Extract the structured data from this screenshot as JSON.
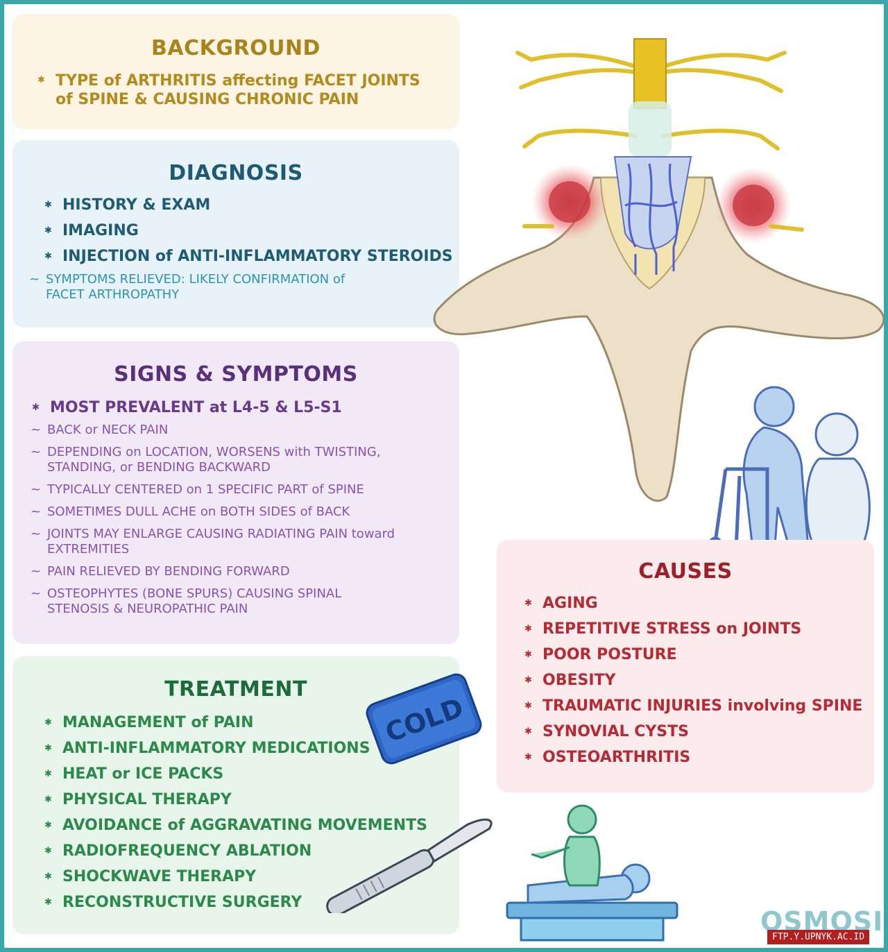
{
  "background": {
    "title": "BACKGROUND",
    "items": [
      "TYPE of ARTHRITIS affecting FACET JOINTS of SPINE & CAUSING CHRONIC PAIN"
    ]
  },
  "diagnosis": {
    "title": "DIAGNOSIS",
    "items": [
      "HISTORY & EXAM",
      "IMAGING",
      "INJECTION of ANTI-INFLAMMATORY STEROIDS"
    ],
    "subitems": [
      "SYMPTOMS RELIEVED: LIKELY CONFIRMATION of FACET ARTHROPATHY"
    ]
  },
  "signs": {
    "title": "SIGNS & SYMPTOMS",
    "main": "MOST PREVALENT at L4-5 & L5-S1",
    "subitems": [
      "BACK or NECK PAIN",
      "DEPENDING on LOCATION, WORSENS with TWISTING, STANDING, or BENDING BACKWARD",
      "TYPICALLY CENTERED on 1 SPECIFIC PART of SPINE",
      "SOMETIMES DULL ACHE on BOTH SIDES of BACK",
      "JOINTS MAY ENLARGE CAUSING RADIATING PAIN toward EXTREMITIES",
      "PAIN RELIEVED BY BENDING FORWARD",
      "OSTEOPHYTES (BONE SPURS) CAUSING SPINAL STENOSIS & NEUROPATHIC PAIN"
    ]
  },
  "treatment": {
    "title": "TREATMENT",
    "items": [
      "MANAGEMENT of PAIN",
      "ANTI-INFLAMMATORY MEDICATIONS",
      "HEAT or ICE PACKS",
      "PHYSICAL THERAPY",
      "AVOIDANCE of AGGRAVATING MOVEMENTS",
      "RADIOFREQUENCY ABLATION",
      "SHOCKWAVE THERAPY",
      "RECONSTRUCTIVE SURGERY"
    ]
  },
  "causes": {
    "title": "CAUSES",
    "items": [
      "AGING",
      "REPETITIVE STRESS on JOINTS",
      "POOR POSTURE",
      "OBESITY",
      "TRAUMATIC INJURIES involving SPINE",
      "SYNOVIAL CYSTS",
      "OSTEOARTHRITIS"
    ]
  },
  "cold_pack_label": "COLD",
  "logo": "OSMOSIS",
  "watermark": "FTP.Y.UPNYK.AC.ID",
  "colors": {
    "frame": "#3aa7ab",
    "background_panel": "#fdf4e4",
    "diagnosis_panel": "#e7f3f8",
    "signs_panel": "#f1e9f6",
    "treatment_panel": "#e8f5eb",
    "causes_panel": "#fcebec"
  }
}
